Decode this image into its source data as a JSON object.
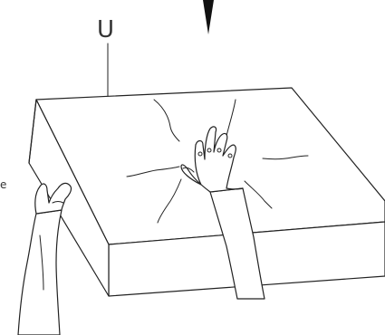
{
  "figure": {
    "label": "U",
    "partial_text_left": "e",
    "icons": [
      "down-arrow-icon",
      "pointer-triangle-icon",
      "mattress-box",
      "left-hand",
      "right-hand"
    ]
  }
}
